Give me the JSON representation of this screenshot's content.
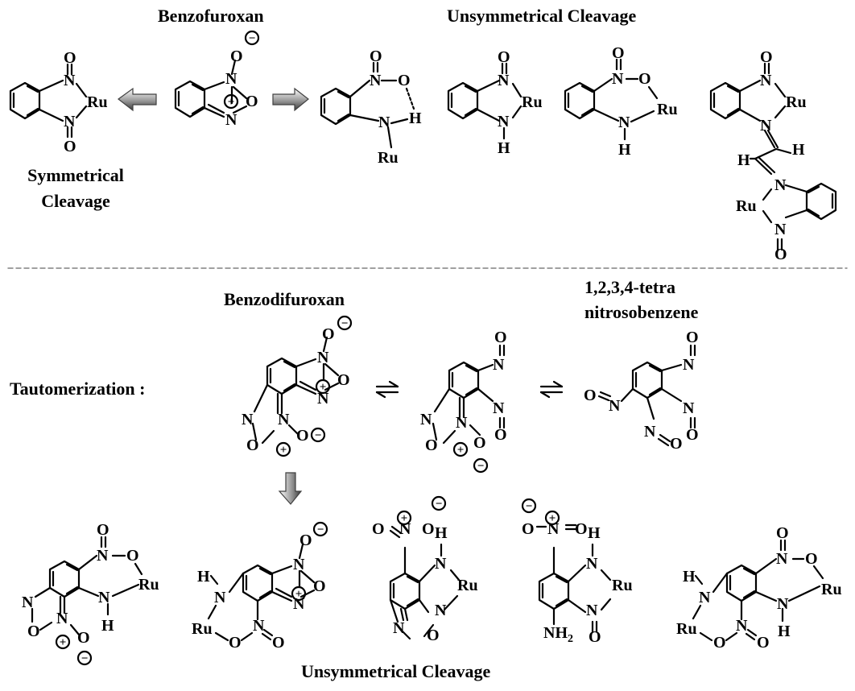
{
  "labels": {
    "benzofuroxan": "Benzofuroxan",
    "unsym_top": "Unsymmetrical Cleavage",
    "sym_line1": "Symmetrical",
    "sym_line2": "Cleavage",
    "benzodifuroxan": "Benzodifuroxan",
    "tetra_line1": "1,2,3,4-tetra",
    "tetra_line2": "nitrosobenzene",
    "tautomerization": "Tautomerization :",
    "unsym_bottom": "Unsymmetrical Cleavage"
  },
  "atoms": {
    "O": "O",
    "N": "N",
    "Ru": "Ru",
    "H": "H",
    "NH2": "NH",
    "sub2": "2",
    "plus": "+",
    "minus": "−"
  },
  "colors": {
    "ink": "#000000",
    "divider": "#808080",
    "arrow_light": "#ffffff",
    "arrow_dark": "#404040"
  }
}
